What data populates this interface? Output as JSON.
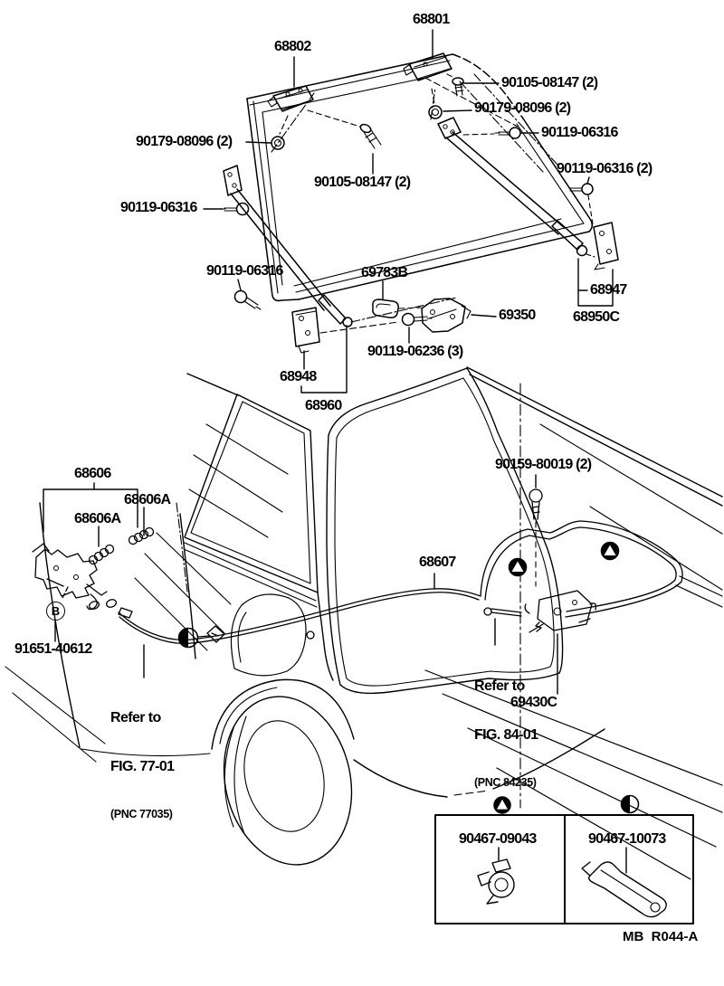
{
  "page": {
    "background": "#ffffff",
    "ink": "#000000"
  },
  "labels": [
    {
      "id": "68801",
      "text": "68801"
    },
    {
      "id": "68802",
      "text": "68802"
    },
    {
      "id": "90105-08147-right",
      "text": "90105-08147 (2)"
    },
    {
      "id": "90179-08096-right",
      "text": "90179-08096 (2)"
    },
    {
      "id": "90119-06316-right-upper",
      "text": "90119-06316"
    },
    {
      "id": "90119-06316-right-lower",
      "text": "90119-06316 (2)"
    },
    {
      "id": "90179-08096-left",
      "text": "90179-08096 (2)"
    },
    {
      "id": "90105-08147-left",
      "text": "90105-08147 (2)"
    },
    {
      "id": "90119-06316-left",
      "text": "90119-06316"
    },
    {
      "id": "90119-06316-lower",
      "text": "90119-06316"
    },
    {
      "id": "69783B",
      "text": "69783B"
    },
    {
      "id": "68947",
      "text": "68947"
    },
    {
      "id": "69350",
      "text": "69350"
    },
    {
      "id": "68950C",
      "text": "68950C"
    },
    {
      "id": "90119-06236",
      "text": "90119-06236 (3)"
    },
    {
      "id": "68948",
      "text": "68948"
    },
    {
      "id": "68960",
      "text": "68960"
    },
    {
      "id": "68606",
      "text": "68606"
    },
    {
      "id": "68606A-upper",
      "text": "68606A"
    },
    {
      "id": "68606A-lower",
      "text": "68606A"
    },
    {
      "id": "91651-40612",
      "text": "91651-40612"
    },
    {
      "id": "90159-80019",
      "text": "90159-80019 (2)"
    },
    {
      "id": "68607",
      "text": "68607"
    },
    {
      "id": "69430C",
      "text": "69430C"
    }
  ],
  "refer_notes": [
    {
      "line1": "Refer to",
      "line2": "FIG. 77-01",
      "line3": "(PNC 77035)"
    },
    {
      "line1": "Refer to",
      "line2": "FIG. 84-01",
      "line3": "(PNC 84235)"
    }
  ],
  "symbols": {
    "circled_letter": "B",
    "triangle_marker": "triangle-in-circle",
    "half_marker": "half-filled-circle"
  },
  "legend": {
    "cells": [
      {
        "part": "90467-09043",
        "symbol": "triangle-in-circle"
      },
      {
        "part": "90467-10073",
        "symbol": "half-filled-circle"
      }
    ]
  },
  "footer": {
    "code": "MB  R044-A"
  }
}
